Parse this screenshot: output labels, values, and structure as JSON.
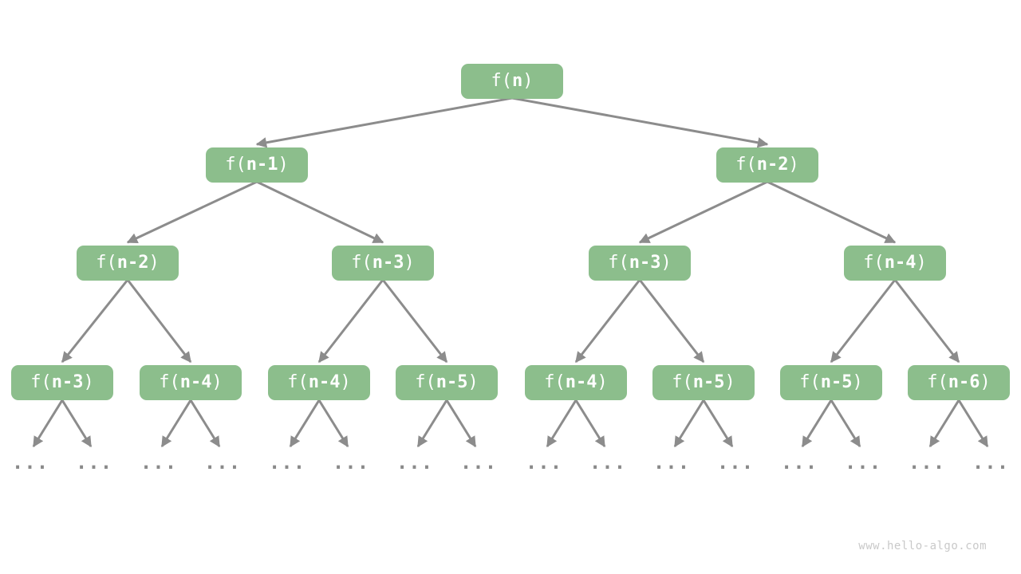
{
  "diagram": {
    "type": "recursion-tree",
    "levels": [
      [
        "f(n)"
      ],
      [
        "f(n-1)",
        "f(n-2)"
      ],
      [
        "f(n-2)",
        "f(n-3)",
        "f(n-3)",
        "f(n-4)"
      ],
      [
        "f(n-3)",
        "f(n-4)",
        "f(n-4)",
        "f(n-5)",
        "f(n-4)",
        "f(n-5)",
        "f(n-5)",
        "f(n-6)"
      ]
    ],
    "leaf_label": "...",
    "colors": {
      "node_fill": "#8CBE8C",
      "node_text": "#FFFFFF",
      "edge": "#8C8C8C",
      "ellipsis": "#8A8A8A",
      "watermark": "#C9C9C9"
    }
  },
  "watermark": "www.hello-algo.com"
}
